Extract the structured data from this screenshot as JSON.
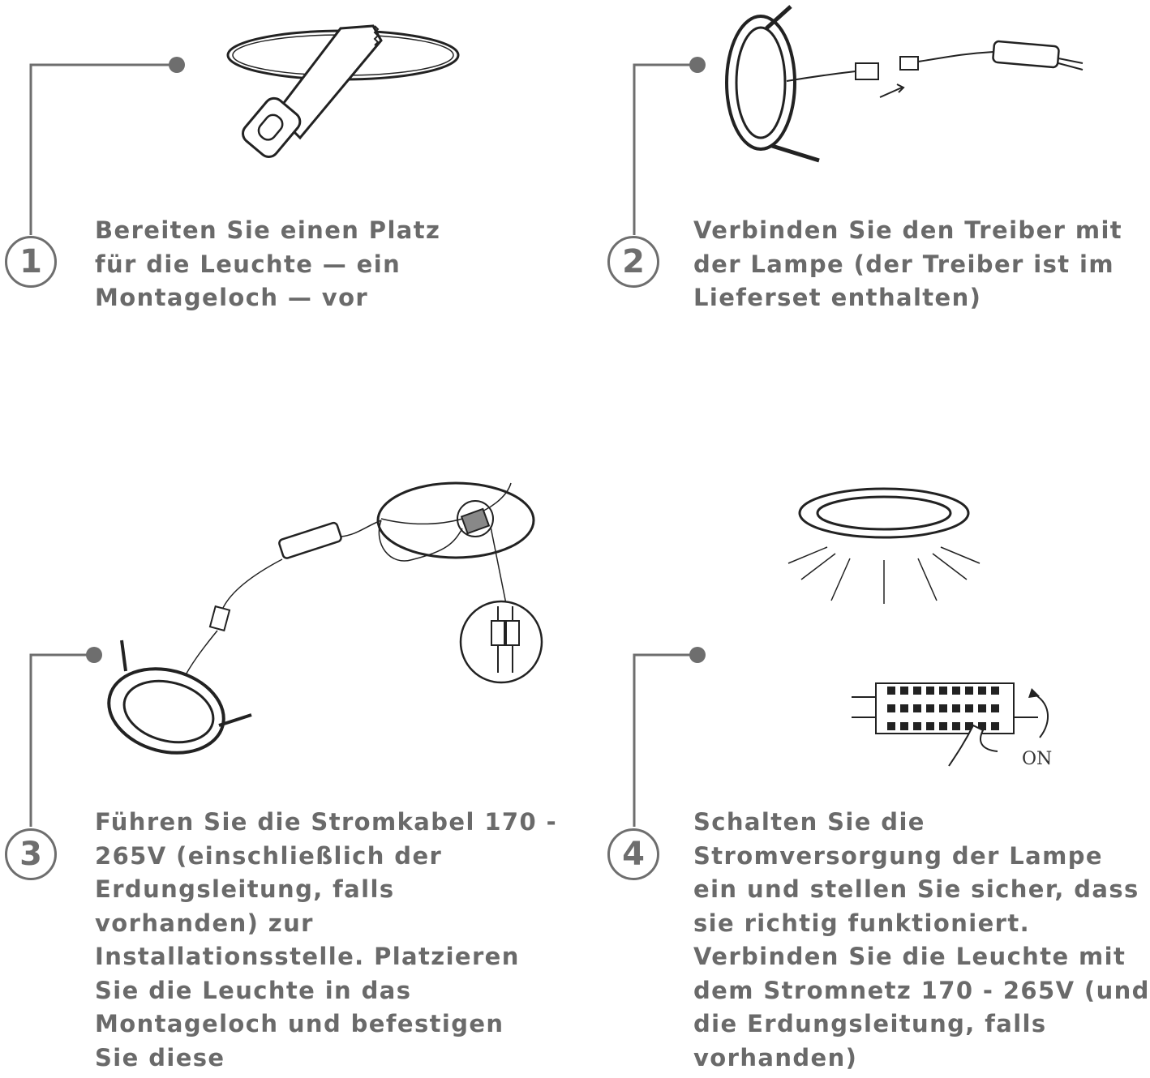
{
  "steps": [
    {
      "number": "1",
      "lines": [
        "Bereiten Sie einen Platz",
        "für die Leuchte — ein",
        "Montageloch — vor"
      ]
    },
    {
      "number": "2",
      "lines": [
        "Verbinden Sie den Treiber mit",
        "der Lampe (der Treiber ist im",
        "Lieferset enthalten)"
      ]
    },
    {
      "number": "3",
      "lines": [
        "Führen Sie die Stromkabel 170 -",
        "265V (einschließlich der",
        "Erdungsleitung, falls",
        "vorhanden) zur",
        "Installationsstelle. Platzieren",
        "Sie die Leuchte in das",
        "Montageloch und befestigen",
        "Sie diese"
      ]
    },
    {
      "number": "4",
      "lines": [
        "Schalten Sie die",
        "Stromversorgung der Lampe",
        "ein und stellen Sie sicher, dass",
        "sie richtig funktioniert.",
        "Verbinden Sie die Leuchte mit",
        "dem Stromnetz 170 - 265V (und",
        "die Erdungsleitung, falls",
        "vorhanden)"
      ]
    }
  ],
  "illustrations": {
    "switch_label": "ON"
  },
  "colors": {
    "text": "#6a6a6a",
    "line": "#6e6e6e",
    "drawing": "#222222"
  }
}
